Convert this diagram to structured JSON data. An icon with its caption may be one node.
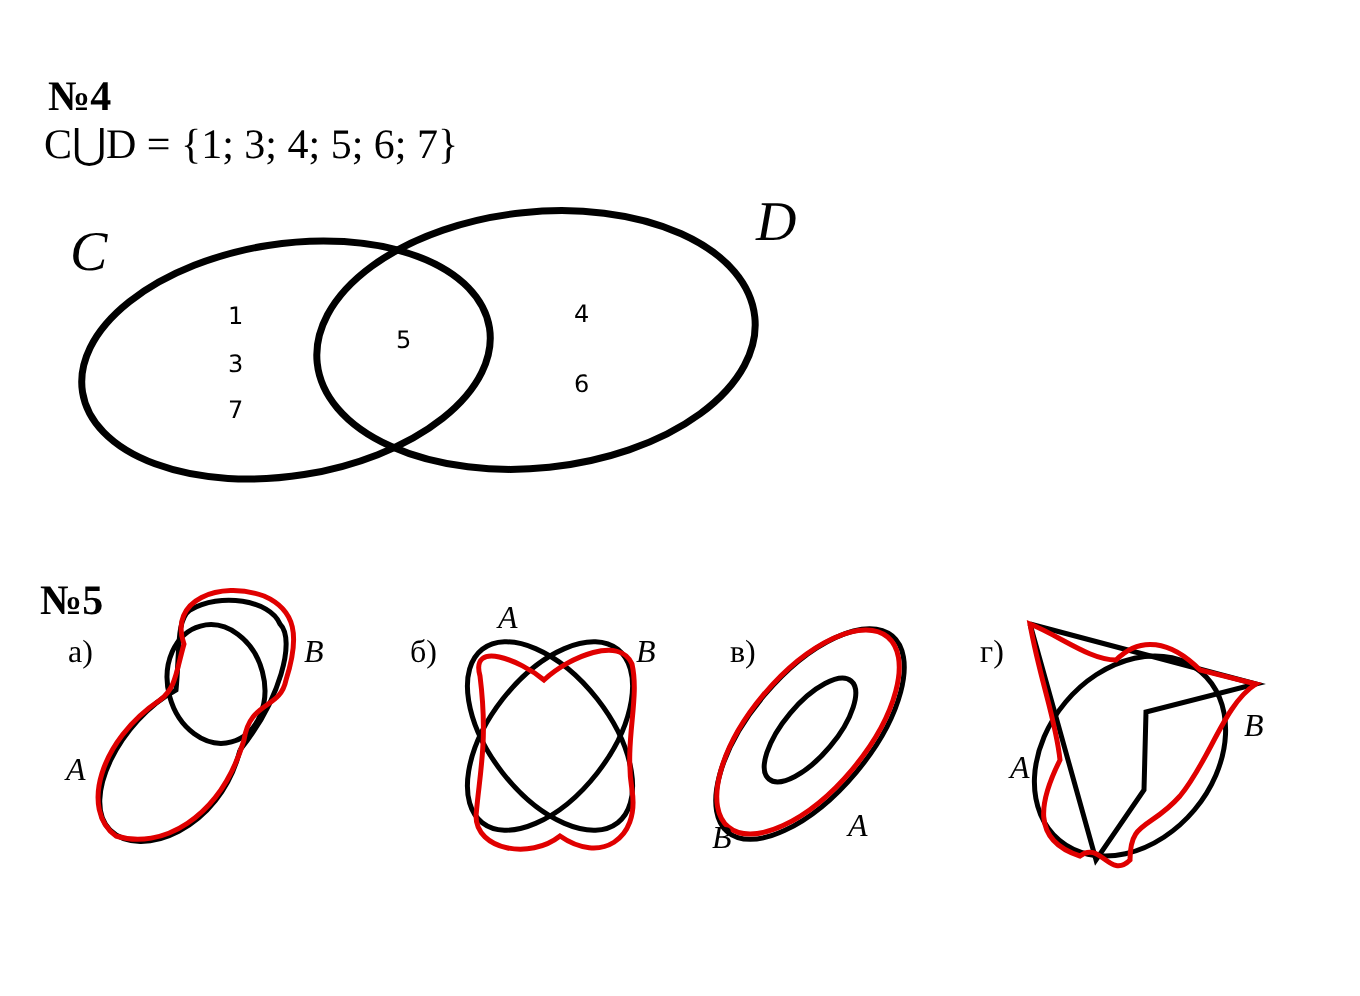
{
  "diagram": {
    "labels": [
      "№4",
      "C⋃D = {1; 3; 4; 5; 6; 7}",
      "C",
      "D",
      "1",
      "3",
      "7",
      "5",
      "4",
      "6",
      "№5",
      "а)",
      "B",
      "A",
      "б)",
      "A",
      "B",
      "в)",
      "B",
      "A",
      "г)",
      "B",
      "A"
    ]
  }
}
